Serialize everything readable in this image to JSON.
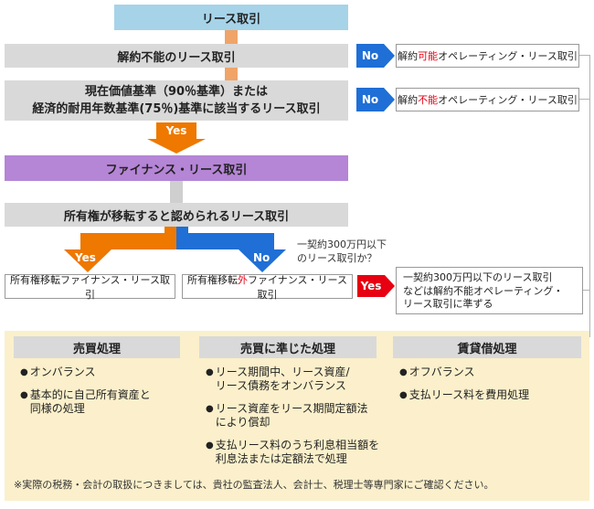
{
  "colors": {
    "light_blue": "#a6d3e8",
    "box_gray": "#d9d9d9",
    "purple": "#b585d6",
    "orange": "#ee7800",
    "blue": "#1f6fd6",
    "red": "#e60012",
    "cream": "#fbf0cb"
  },
  "flow": {
    "lease_title": "リース取引",
    "noncancel_q": "解約不能のリース取引",
    "no1_label": "No",
    "cancellable_result": {
      "pre": "解約",
      "highlight": "可能",
      "post": "オペレーティング・リース取引"
    },
    "criteria_q_line1": "現在価値基準（90％基準）または",
    "criteria_q_line2": "経済的耐用年数基準(75％)基準に該当するリース取引",
    "no2_label": "No",
    "noncancel_result": {
      "pre": "解約",
      "highlight": "不能",
      "post": "オペレーティング・リース取引"
    },
    "yes_main_label": "Yes",
    "finance_title": "ファイナンス・リース取引",
    "ownership_q": "所有権が移転すると認められるリース取引",
    "split_yes_label": "Yes",
    "split_no_label": "No",
    "note_line1": "一契約300万円以下",
    "note_line2": "のリース取引か？",
    "transfer_result": "所有権移転ファイナンス・リース取引",
    "nontransfer_result": {
      "pre": "所有権移転",
      "highlight": "外",
      "post": "ファイナンス・リース取引"
    },
    "yes_red_label": "Yes",
    "special_result_line1": "一契約300万円以下のリース取引",
    "special_result_line2": "などは解約不能オペレーティング・",
    "special_result_line3": "リース取引に準ずる"
  },
  "bottom": {
    "bullet_char": "●",
    "col1_header": "売買処理",
    "col1_bullets": [
      [
        "オンバランス"
      ],
      [
        "基本的に自己所有資産と",
        "同様の処理"
      ]
    ],
    "col2_header": "売買に準じた処理",
    "col2_bullets": [
      [
        "リース期間中、リース資産/",
        "リース債務をオンバランス"
      ],
      [
        "リース資産をリース期間定額法",
        "により償却"
      ],
      [
        "支払リース料のうち利息相当額を",
        "利息法または定額法で処理"
      ]
    ],
    "col3_header": "賃貸借処理",
    "col3_bullets": [
      [
        "オフバランス"
      ],
      [
        "支払リース料を費用処理"
      ]
    ],
    "footnote": "※実際の税務・会計の取扱につきましては、貴社の監査法人、会計士、税理士等専門家にご確認ください。"
  }
}
